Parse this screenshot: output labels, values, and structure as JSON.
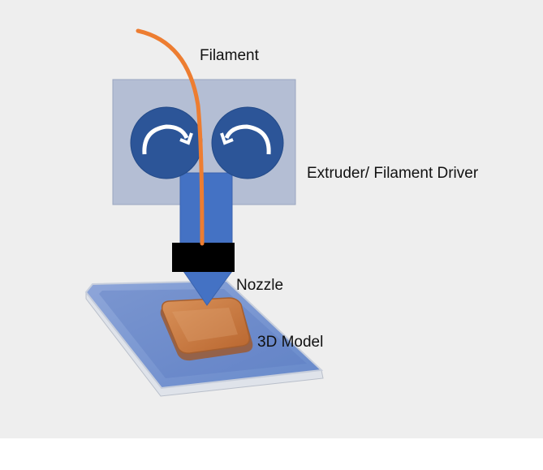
{
  "labels": {
    "filament": "Filament",
    "extruder": "Extruder/ Filament Driver",
    "nozzle": "Nozzle",
    "model": "3D Model"
  },
  "colors": {
    "background": "#eeeeee",
    "extruder_housing": "#b4bed4",
    "roller": "#2c5598",
    "feed_tube": "#4472c4",
    "nozzle_block": "#000000",
    "filament": "#ed7d31",
    "build_plate": "#6e8fd0",
    "model": "#c8773e"
  },
  "icons": [
    "clockwise-arrow-icon",
    "counterclockwise-arrow-icon"
  ]
}
